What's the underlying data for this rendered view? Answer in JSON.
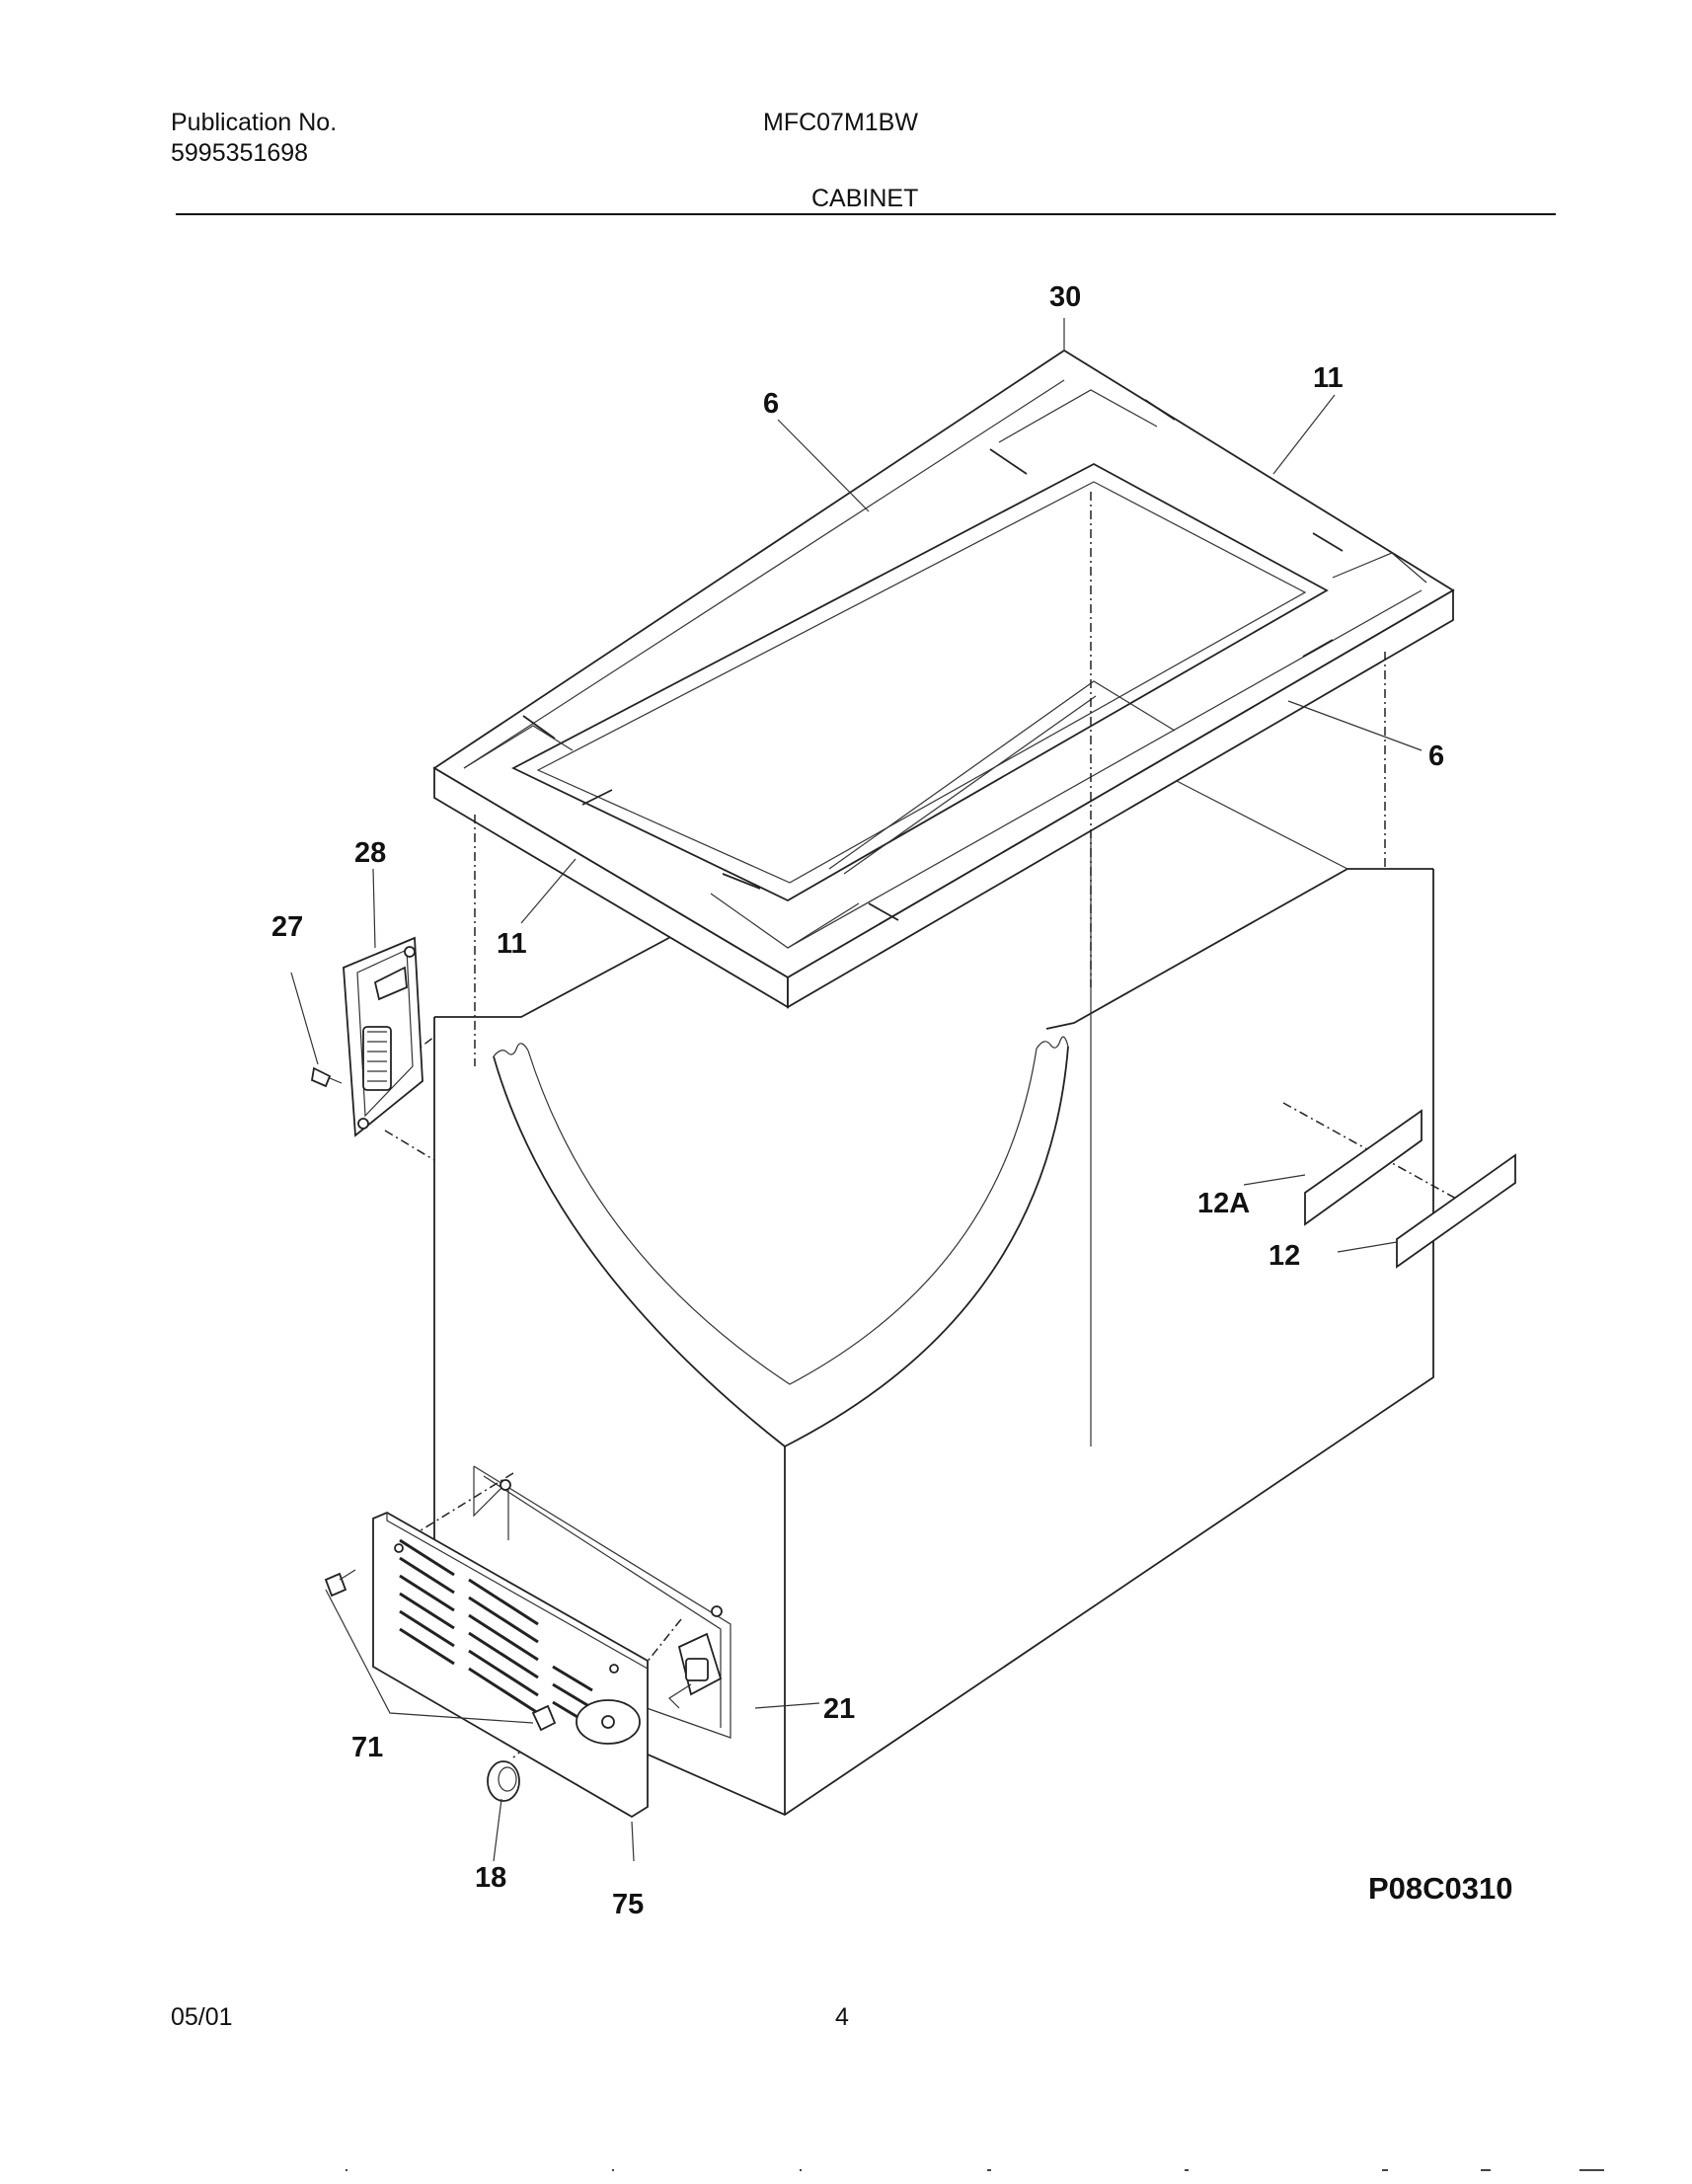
{
  "header": {
    "publication_label": "Publication No.",
    "publication_number": "5995351698",
    "model": "MFC07M1BW",
    "section": "CABINET"
  },
  "diagram": {
    "drawing_code": "P08C0310",
    "callouts": {
      "c30": "30",
      "c11_top": "11",
      "c6_left": "6",
      "c6_right": "6",
      "c28": "28",
      "c27": "27",
      "c11_bottom": "11",
      "c12a": "12A",
      "c12": "12",
      "c21": "21",
      "c71": "71",
      "c18": "18",
      "c75": "75"
    }
  },
  "footer": {
    "date": "05/01",
    "page": "4"
  }
}
